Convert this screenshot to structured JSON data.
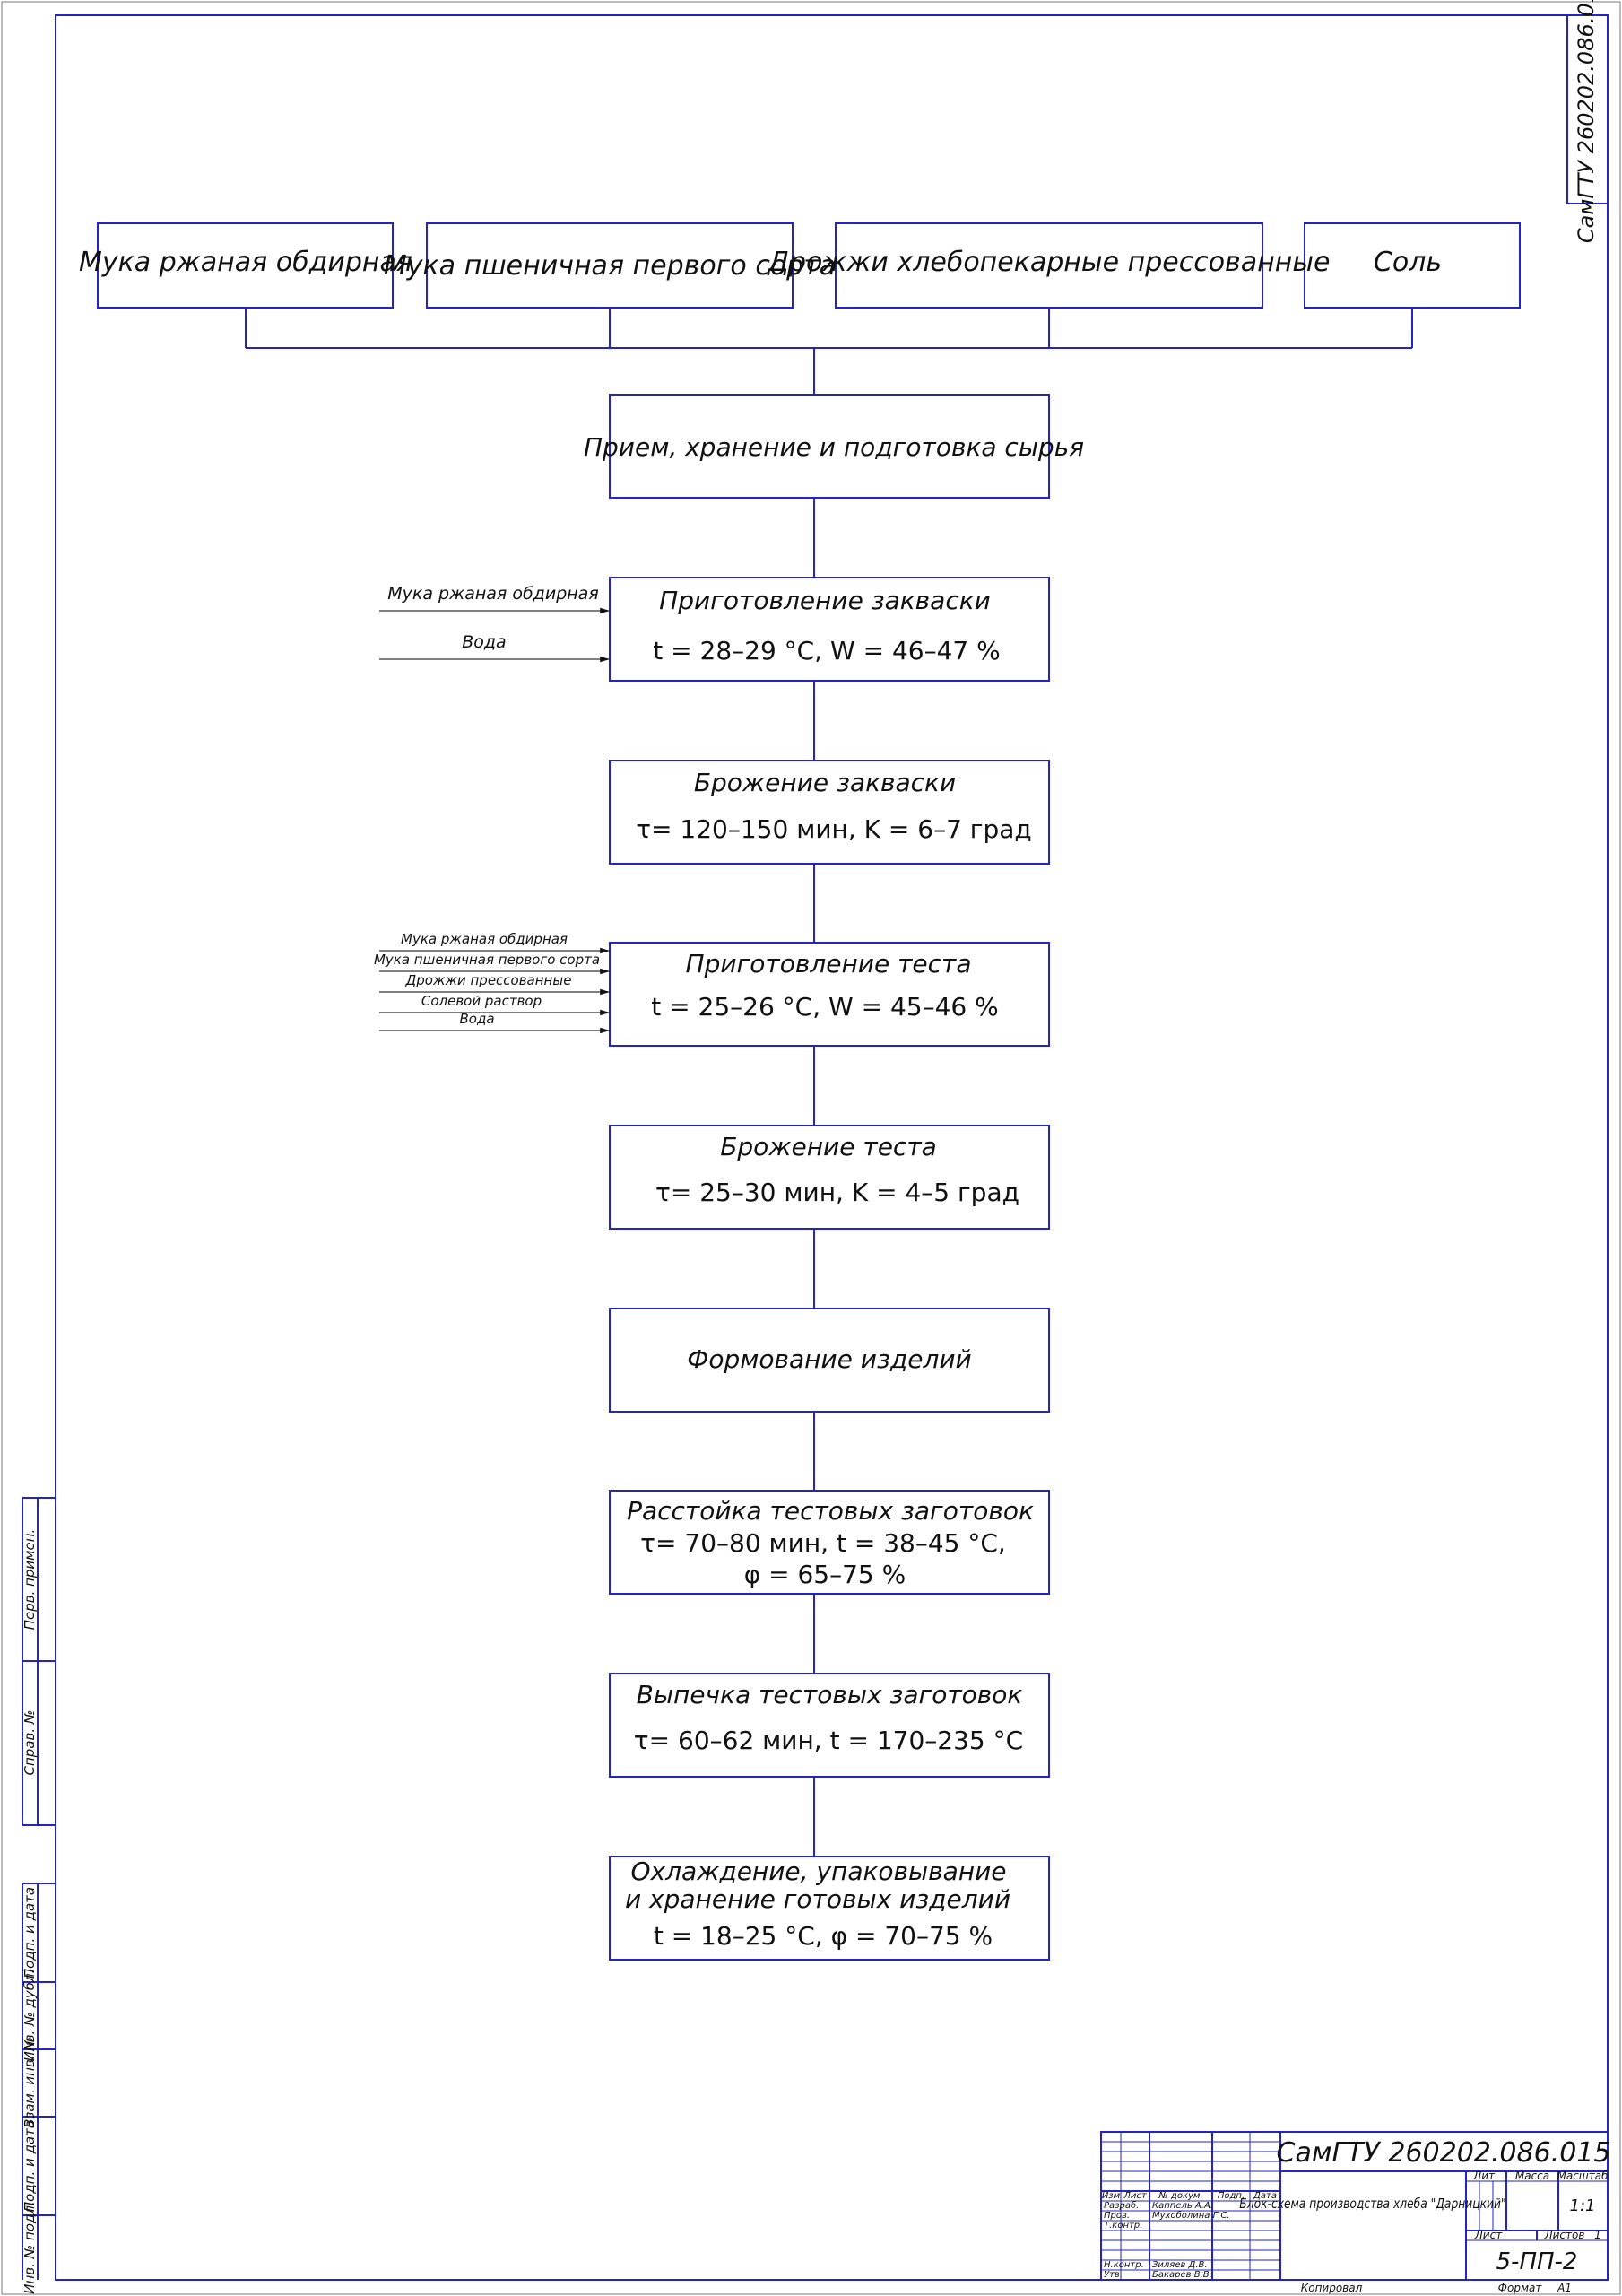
{
  "document": {
    "doc_code": "СамГТУ 260202.086.015",
    "title_block": {
      "header_cols": [
        "Изм",
        "Лист",
        "№ докум.",
        "Подп.",
        "Дата"
      ],
      "roles": [
        "Разраб.",
        "Пров.",
        "Т.контр.",
        "",
        "Н.контр.",
        "Утв."
      ],
      "names": [
        "Каппель А.А.",
        "Мухоболина Г.С.",
        "",
        "",
        "Зиляев Д.В.",
        "Бакарев В.В."
      ],
      "drawing_title": "Блок-схема производства хлеба \"Дарницкий\"",
      "lit_label": "Лит.",
      "mass_label": "Масса",
      "scale_label": "Масштаб",
      "scale_value": "1:1",
      "sheet_label": "Лист",
      "sheets_label": "Листов",
      "sheets_value": "1",
      "sheet_code": "5-ПП-2",
      "copied_label": "Копировал",
      "format_label": "Формат",
      "format_value": "А1"
    },
    "side_stamp": [
      "Перв. примен.",
      "Справ. №",
      "Подп. и дата",
      "Инв. № дубл.",
      "Взам. инв. №",
      "Подп. и дата",
      "Инв. № подл."
    ]
  },
  "inputs": [
    {
      "label": "Мука ржаная обдирная"
    },
    {
      "label": "Мука пшеничная первого сорта"
    },
    {
      "label": "Дрожжи хлебопекарные прессованные"
    },
    {
      "label": "Соль"
    }
  ],
  "steps": [
    {
      "lines": [
        "Прием, хранение и подготовка сырья"
      ]
    },
    {
      "lines": [
        "Приготовление закваски",
        "t = 28–29 °С, W = 46–47 %"
      ]
    },
    {
      "lines": [
        "Брожение закваски",
        "τ= 120–150 мин, K = 6–7 град"
      ]
    },
    {
      "lines": [
        "Приготовление теста",
        "t = 25–26 °С, W = 45–46 %"
      ]
    },
    {
      "lines": [
        "Брожение теста",
        "τ= 25–30 мин, K = 4–5 град"
      ]
    },
    {
      "lines": [
        "Формование изделий"
      ]
    },
    {
      "lines": [
        "Расстойка тестовых заготовок",
        "τ= 70–80 мин, t = 38–45 °С,",
        "φ = 65–75 %"
      ]
    },
    {
      "lines": [
        "Выпечка тестовых заготовок",
        "τ= 60–62 мин, t = 170–235 °С"
      ]
    },
    {
      "lines": [
        "Охлаждение, упаковывание",
        "и хранение готовых изделий",
        "t = 18–25 °С, φ = 70–75 %"
      ]
    }
  ],
  "side_feeds": [
    {
      "step": 1,
      "labels": [
        "Мука ржаная обдирная",
        "Вода"
      ]
    },
    {
      "step": 3,
      "labels": [
        "Мука ржаная обдирная",
        "Мука пшеничная первого сорта",
        "Дрожжи прессованные",
        "Солевой раствор",
        "Вода"
      ]
    }
  ],
  "colors": {
    "line": "#2323c8",
    "text": "#111111",
    "frame_text": "#2323c8"
  }
}
